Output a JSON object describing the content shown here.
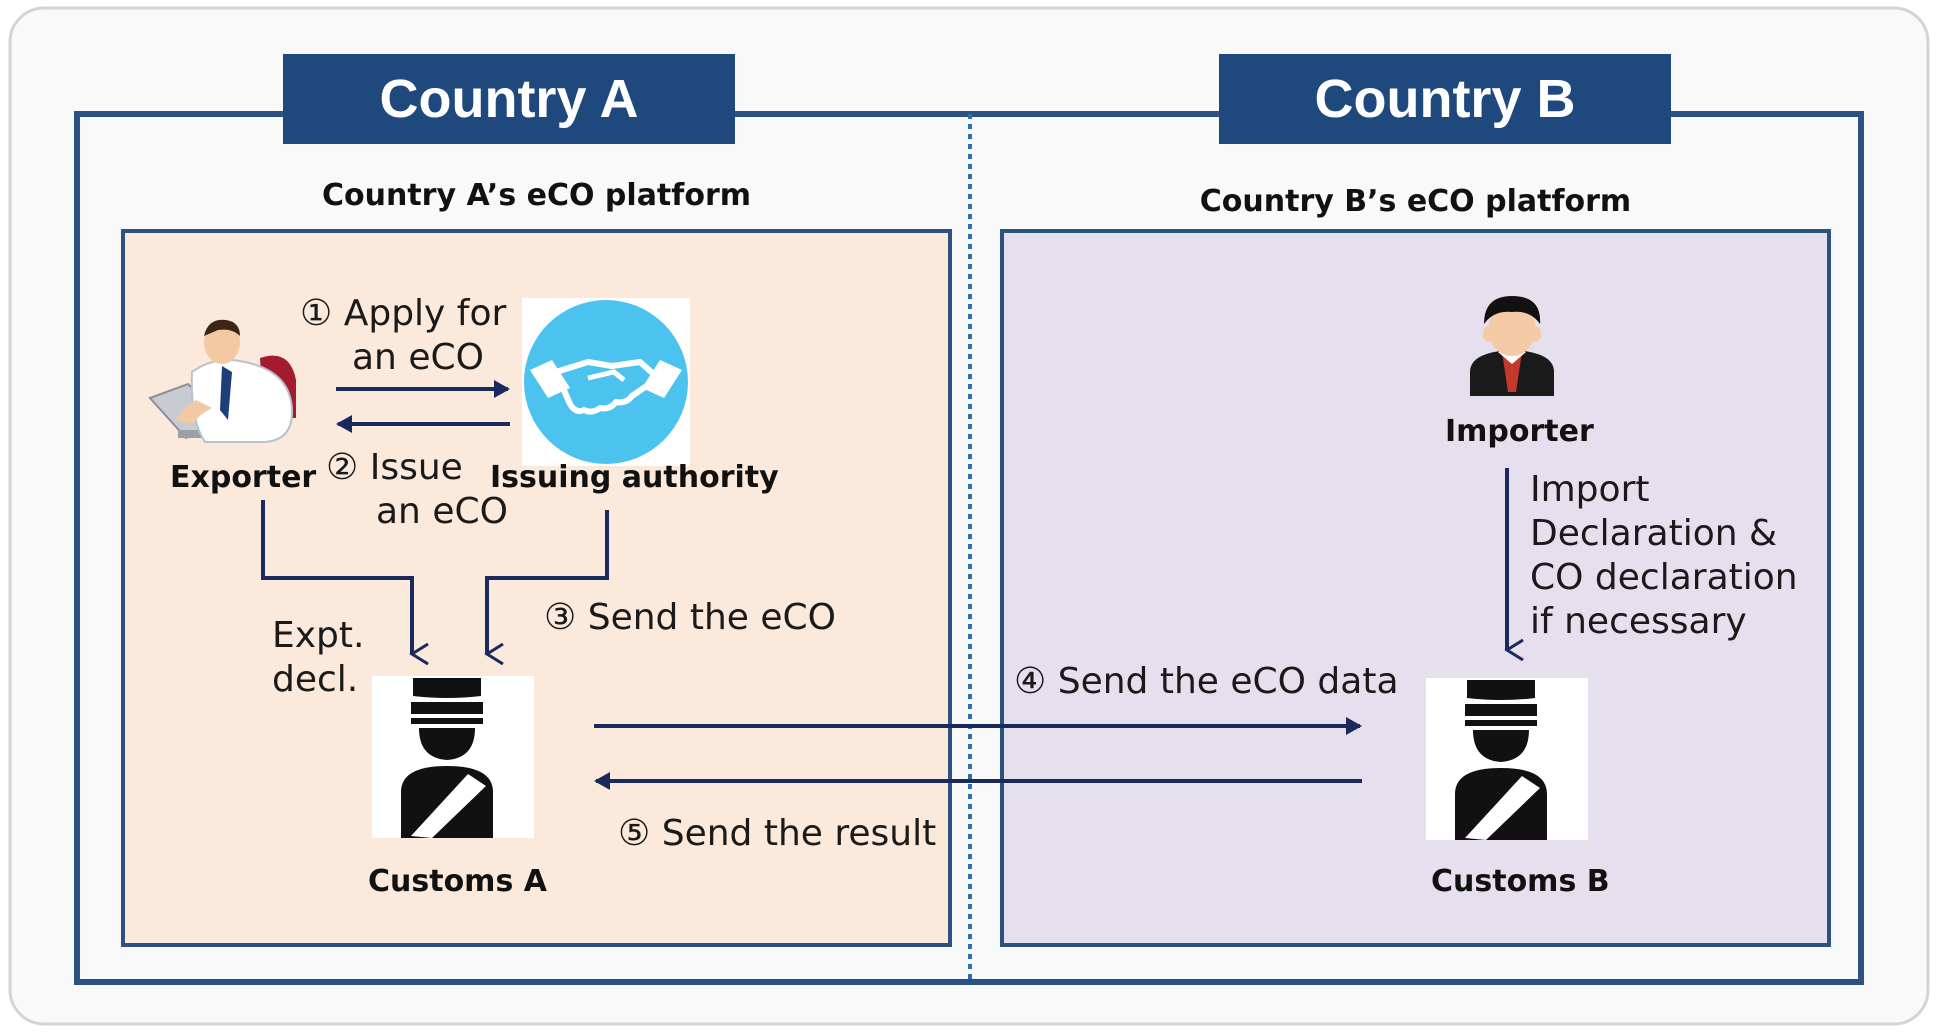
{
  "country_a": {
    "title": "Country A",
    "platform": "Country A’s eCO platform"
  },
  "country_b": {
    "title": "Country B",
    "platform": "Country B’s eCO platform"
  },
  "actors": {
    "exporter": "Exporter",
    "issuing_authority": "Issuing authority",
    "customs_a": "Customs A",
    "importer": "Importer",
    "customs_b": "Customs B"
  },
  "steps": {
    "s1_line1": "① Apply for",
    "s1_line2": "an eCO",
    "s2_line1": "② Issue",
    "s2_line2": "an eCO",
    "s3": "③ Send the eCO",
    "s4": "④ Send the eCO data",
    "s5": "⑤ Send the result"
  },
  "notes": {
    "export_decl": "Expt.\ndecl.",
    "import_decl": "Import\nDeclaration &\nCO declaration\nif necessary"
  },
  "colors": {
    "tag_fill": "#1f497d",
    "frame": "#2c5282",
    "panel_a": "#fbeadb",
    "panel_b": "#e6e0ee",
    "arrow": "#1b2a5e",
    "handshake": "#4cc3ef"
  },
  "icons": [
    "exporter-person-icon",
    "handshake-icon",
    "customs-officer-icon",
    "importer-person-icon"
  ]
}
